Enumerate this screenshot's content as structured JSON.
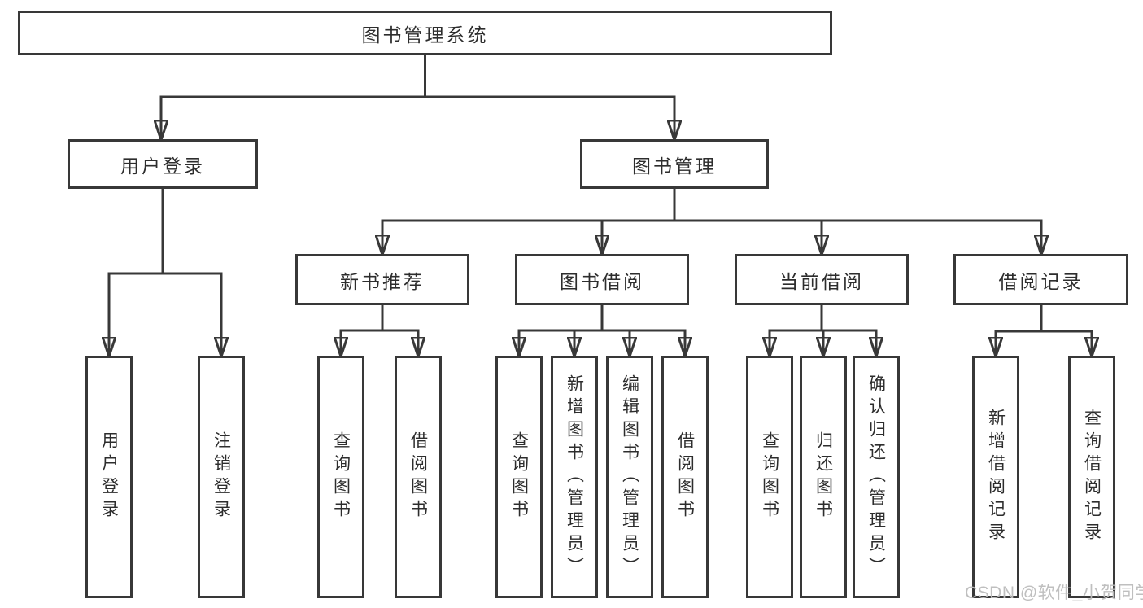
{
  "tree": {
    "root": "图书管理系统",
    "branches": [
      {
        "label": "用户登录",
        "children": [
          "用户登录",
          "注销登录"
        ]
      },
      {
        "label": "图书管理",
        "sections": [
          {
            "label": "新书推荐",
            "children": [
              "查询图书",
              "借阅图书"
            ]
          },
          {
            "label": "图书借阅",
            "children": [
              "查询图书",
              "新增图书（管理员）",
              "编辑图书（管理员）",
              "借阅图书"
            ]
          },
          {
            "label": "当前借阅",
            "children": [
              "查询图书",
              "归还图书",
              "确认归还（管理员）"
            ]
          },
          {
            "label": "借阅记录",
            "children": [
              "新增借阅记录",
              "查询借阅记录"
            ]
          }
        ]
      }
    ]
  },
  "watermark": "CSDN @软件_小贺同学",
  "colors": {
    "line": "#383838",
    "box_border": "#383838",
    "text": "#2d2d2d",
    "watermark": "#bcbcbc",
    "background": "#ffffff"
  }
}
